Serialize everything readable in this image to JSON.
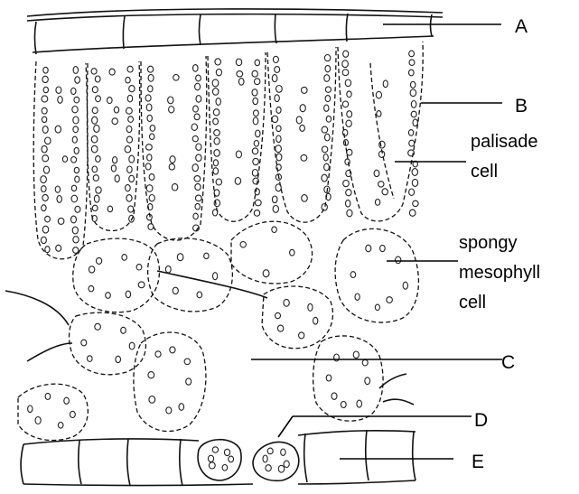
{
  "diagram": {
    "labels": {
      "a": "A",
      "b": "B",
      "palisade_line1": "palisade",
      "palisade_line2": "cell",
      "spongy_line1": "spongy",
      "spongy_line2": "mesophyll",
      "spongy_line3": "cell",
      "c": "C",
      "d": "D",
      "e": "E"
    }
  }
}
